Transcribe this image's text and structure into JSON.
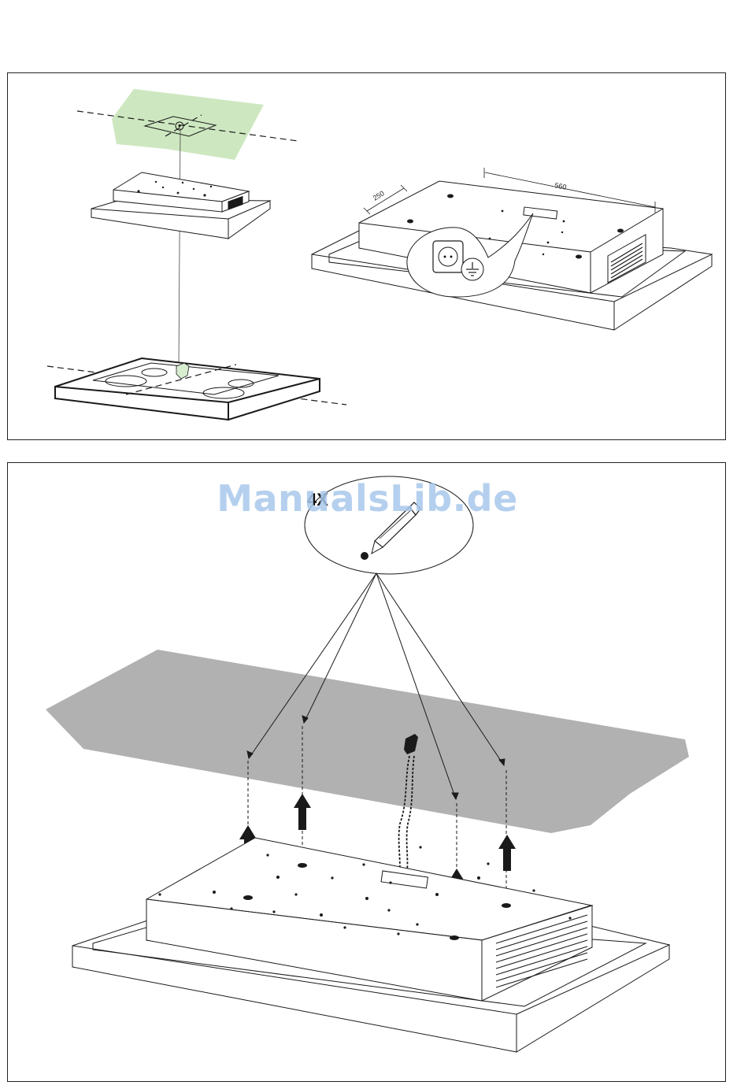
{
  "top_panel": {
    "dimension_depth": "250",
    "dimension_width": "560"
  },
  "bottom_panel": {
    "quantity_label": "4X",
    "watermark": "ManualsLib.de"
  },
  "colors": {
    "ceiling_green": "#cde8c0",
    "ceiling_gray": "#b1b1b1",
    "line": "#1a1a1a",
    "watermark": "#a9c8ec"
  }
}
